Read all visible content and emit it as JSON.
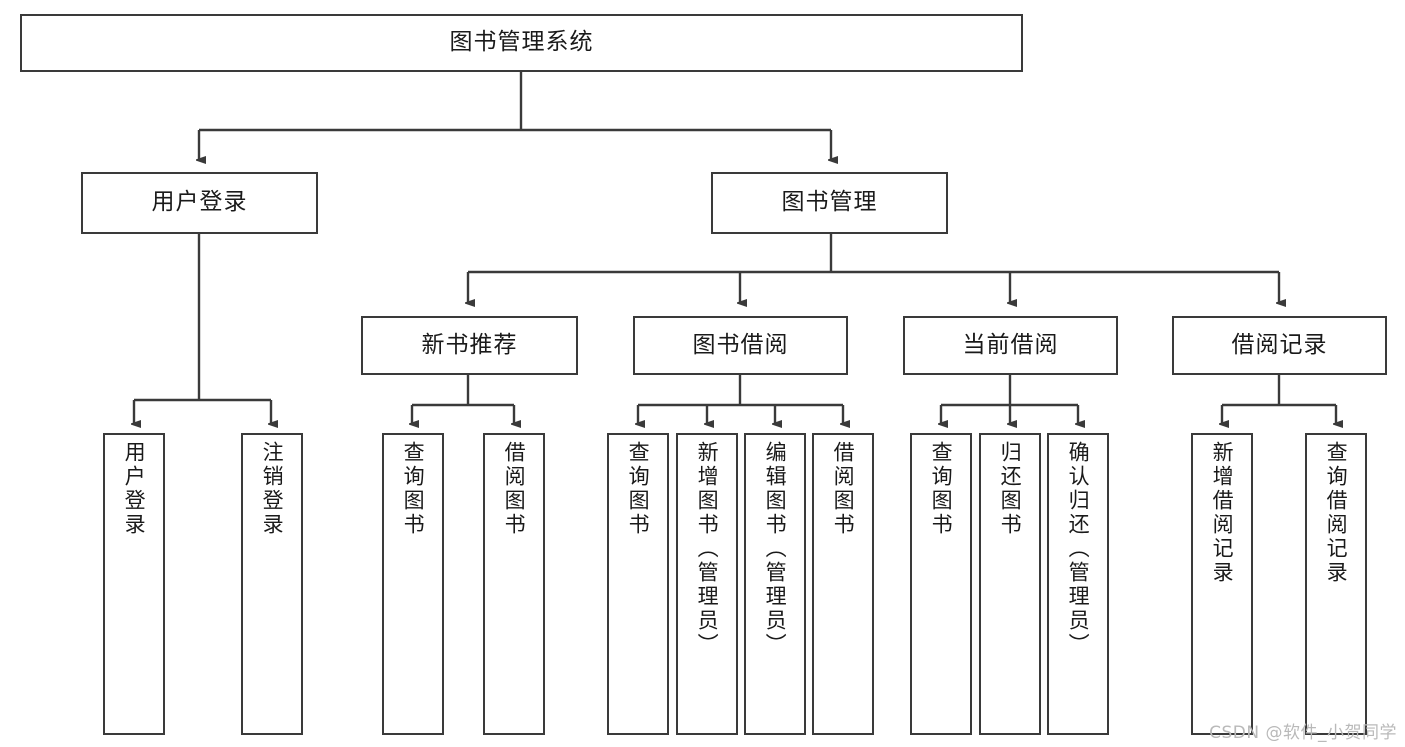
{
  "diagram": {
    "title": "图书管理系统",
    "watermark": "CSDN @软件_小贺同学",
    "colors": {
      "stroke": "#3a3a3a",
      "fill": "#ffffff",
      "text": "#1a1a1a",
      "watermark": "#b9b9b9"
    },
    "nodes": {
      "root": {
        "label": "图书管理系统"
      },
      "level2": [
        {
          "label": "用户登录"
        },
        {
          "label": "图书管理"
        }
      ],
      "level3": [
        {
          "label": "新书推荐"
        },
        {
          "label": "图书借阅"
        },
        {
          "label": "当前借阅"
        },
        {
          "label": "借阅记录"
        }
      ],
      "leaves": {
        "user_login": [
          {
            "label": "用户登录"
          },
          {
            "label": "注销登录"
          }
        ],
        "new_book": [
          {
            "label": "查询图书"
          },
          {
            "label": "借阅图书"
          }
        ],
        "book_borrow": [
          {
            "label": "查询图书"
          },
          {
            "label": "新增图书（管理员）"
          },
          {
            "label": "编辑图书（管理员）"
          },
          {
            "label": "借阅图书"
          }
        ],
        "current_borrow": [
          {
            "label": "查询图书"
          },
          {
            "label": "归还图书"
          },
          {
            "label": "确认归还（管理员）"
          }
        ],
        "borrow_record": [
          {
            "label": "新增借阅记录"
          },
          {
            "label": "查询借阅记录"
          }
        ]
      }
    }
  }
}
